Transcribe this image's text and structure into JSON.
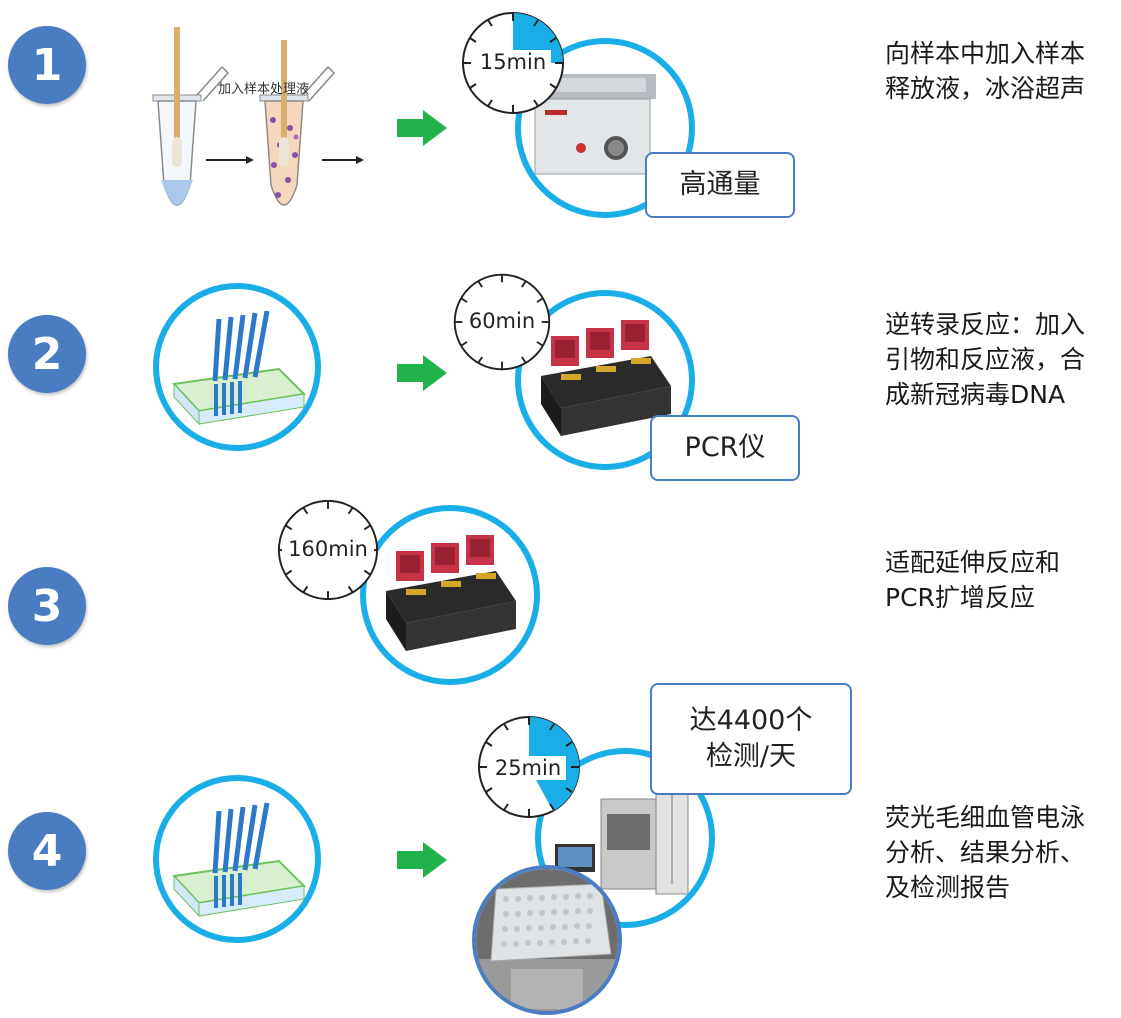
{
  "steps": [
    {
      "number": "1",
      "timer": "15min",
      "callout": "高通量",
      "desc": [
        "向样本中加入样本",
        "释放液，冰浴超声"
      ]
    },
    {
      "number": "2",
      "timer": "60min",
      "callout": "PCR仪",
      "desc": [
        "逆转录反应：加入",
        "引物和反应液，合",
        "成新冠病毒DNA"
      ]
    },
    {
      "number": "3",
      "timer": "160min",
      "desc": [
        "适配延伸反应和",
        "PCR扩增反应"
      ]
    },
    {
      "number": "4",
      "timer": "25min",
      "callout": [
        "达4400个",
        "检测/天"
      ],
      "desc": [
        "荧光毛细血管电泳",
        "分析、结果分析、",
        "及检测报告"
      ]
    }
  ],
  "tube_label": "加入样本处理液",
  "timer_fractions": {
    "step1": 0.25,
    "step4": 0.42
  },
  "colors": {
    "step_badge": "#4a7cc2",
    "ring": "#19aee8",
    "arrow": "#22b24c",
    "timer_fill": "#19aee8",
    "callout_border": "#4a7cc2"
  }
}
